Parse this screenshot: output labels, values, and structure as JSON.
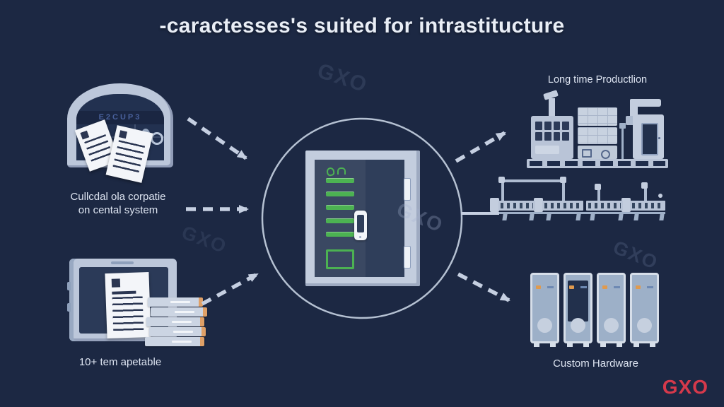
{
  "title": "-caractesses's suited for intrastitucture",
  "watermark_text": "GXO",
  "brand": {
    "logo_text": "GXO"
  },
  "nodes": {
    "central_system": {
      "vault_panel_text": "E2CUP3",
      "label_line1": "Cullcdal ola corpatie",
      "label_line2": "on cental system"
    },
    "templates": {
      "label": "10+ tem apetable"
    },
    "production": {
      "label": "Long time Productlion"
    },
    "hardware": {
      "label": "Custom Hardware"
    }
  },
  "colors": {
    "background": "#1c2843",
    "illustration_light": "#bcc7da",
    "panel_dark": "#2f3e5a",
    "led_green": "#4cb252",
    "accent_orange": "#dfa067",
    "logo_red": "#d5394b"
  }
}
